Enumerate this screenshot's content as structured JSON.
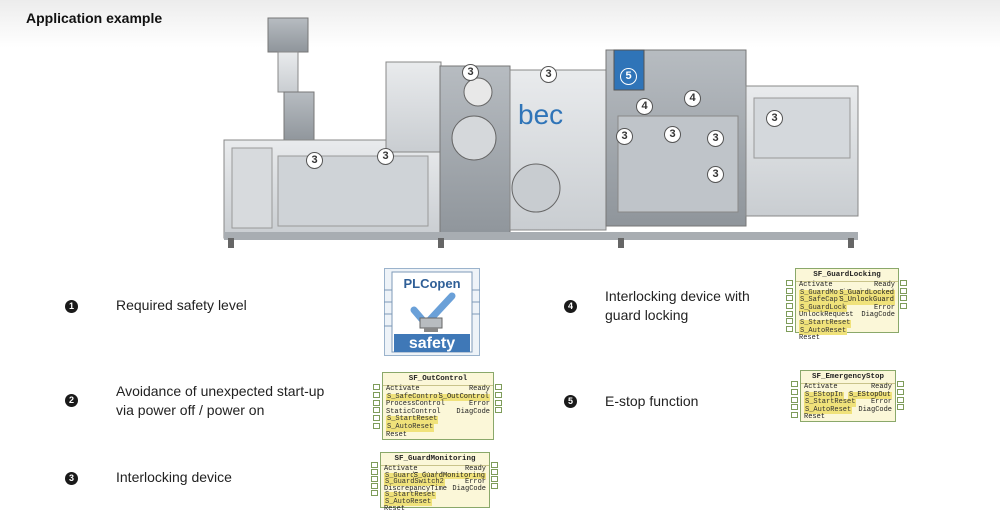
{
  "slide": {
    "title": "Application example"
  },
  "machine": {
    "brand": "bec",
    "markers": [
      "3",
      "3",
      "3",
      "3",
      "3",
      "3",
      "3",
      "3",
      "3",
      "4",
      "4",
      "5"
    ]
  },
  "logo": {
    "top": "PLCopen",
    "bottom": "safety"
  },
  "requirements": [
    {
      "num": "1",
      "line1": "Required safety level",
      "line2": ""
    },
    {
      "num": "2",
      "line1": "Avoidance of unexpected start-up",
      "line2": "via power off / power on"
    },
    {
      "num": "3",
      "line1": "Interlocking device",
      "line2": ""
    },
    {
      "num": "4",
      "line1": "Interlocking device with",
      "line2": "guard locking"
    },
    {
      "num": "5",
      "line1": "E-stop function",
      "line2": ""
    }
  ],
  "blocks": {
    "outcontrol": {
      "title": "SF_OutControl",
      "inputs": [
        "Activate",
        "S_SafeControl",
        "ProcessControl",
        "StaticControl",
        "S_StartReset",
        "S_AutoReset",
        "Reset"
      ],
      "outputs": [
        "Ready",
        "S_OutControl",
        "Error",
        "DiagCode"
      ]
    },
    "guardmonitoring": {
      "title": "SF_GuardMonitoring",
      "inputs": [
        "Activate",
        "S_GuardSwitch1",
        "S_GuardSwitch2",
        "DiscrepancyTime",
        "S_StartReset",
        "S_AutoReset",
        "Reset"
      ],
      "outputs": [
        "Ready",
        "S_GuardMonitoring",
        "Error",
        "DiagCode"
      ]
    },
    "guardlocking": {
      "title": "SF_GuardLocking",
      "inputs": [
        "Activate",
        "S_GuardMonitoring",
        "S_SafeCapture",
        "S_GuardLock",
        "UnlockRequest",
        "S_StartReset",
        "S_AutoReset",
        "Reset"
      ],
      "outputs": [
        "Ready",
        "S_GuardLocked",
        "S_UnlockGuard",
        "Error",
        "DiagCode"
      ]
    },
    "emergencystop": {
      "title": "SF_EmergencyStop",
      "inputs": [
        "Activate",
        "S_EStopIn",
        "S_StartReset",
        "S_AutoReset",
        "Reset"
      ],
      "outputs": [
        "Ready",
        "S_EStopOut",
        "Error",
        "DiagCode"
      ]
    }
  }
}
